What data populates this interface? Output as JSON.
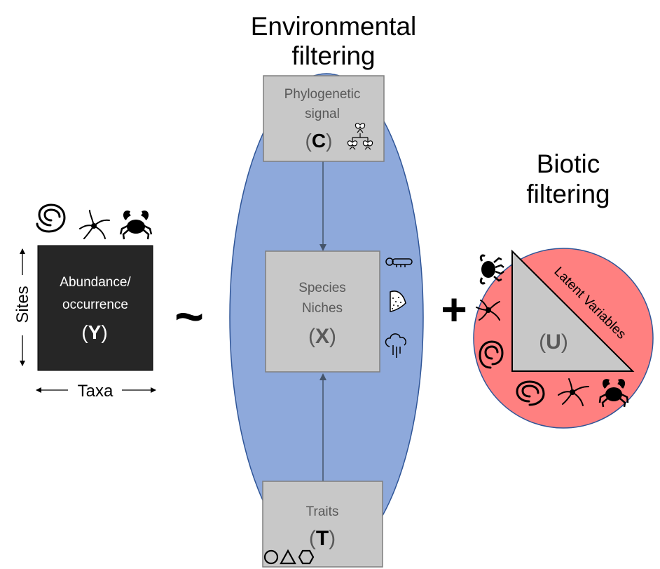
{
  "headings": {
    "environmental_line1": "Environmental",
    "environmental_line2": "filtering",
    "biotic_line1": "Biotic",
    "biotic_line2": "filtering"
  },
  "matrix_y": {
    "label_line1": "Abundance/",
    "label_line2": "occurrence",
    "symbol_open": "(",
    "symbol": "Y",
    "symbol_close": ")",
    "row_axis": "Sites",
    "col_axis": "Taxa",
    "fill": "#262626"
  },
  "operators": {
    "tilde": "~",
    "plus": "+"
  },
  "box_c": {
    "label_line1": "Phylogenetic",
    "label_line2": "signal",
    "symbol_open": "(",
    "symbol": "C",
    "symbol_close": ")"
  },
  "box_x": {
    "label_line1": "Species",
    "label_line2": "Niches",
    "symbol_open": "(",
    "symbol": "X",
    "symbol_close": ")"
  },
  "box_t": {
    "label_line1": "Traits",
    "symbol_open": "(",
    "symbol": "T",
    "symbol_close": ")"
  },
  "biotic": {
    "diagonal_label": "Latent Variables",
    "symbol_open": "(",
    "symbol": "U",
    "symbol_close": ")"
  },
  "icons": {
    "taxa": [
      "worm-icon",
      "brittle-star-icon",
      "crab-icon"
    ],
    "niches": [
      "thermometer-icon",
      "sediment-icon",
      "rain-cloud-icon"
    ],
    "traits": [
      "circle-icon",
      "triangle-icon",
      "hexagon-icon"
    ],
    "phylogeny": "phylogeny-tree-icon"
  },
  "colors": {
    "ellipse_fill": "#8EA9DB",
    "ellipse_stroke": "#2F5597",
    "circle_fill": "#FF8080",
    "circle_stroke": "#2F5597",
    "box_fill": "#C8C8C8",
    "box_stroke": "#7F7F7F",
    "label_grey": "#595959"
  }
}
